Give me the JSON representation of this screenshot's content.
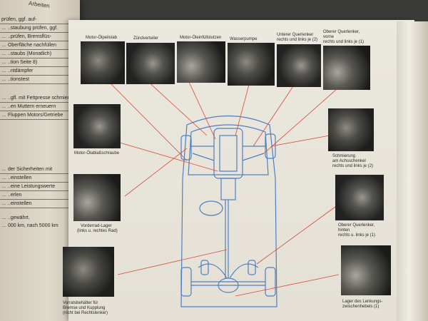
{
  "left_page": {
    "heading": "Arbeiten",
    "rows": [
      "prüfen, ggf. auf-",
      "… ..staubung prüfen, ggf.",
      "… ..prüfen, Bremsflüs-",
      "… Oberfläche nachfüllen",
      "… ..staubs (Monatlich)",
      "… ..tion Seite 8)",
      "… ..ntdämpfer",
      "… ..tionstest",
      "… ..gfl. mit Fettpresse schmieren",
      "… ..en Muttern erneuern",
      "… Fluppen Motors/Getriebe"
    ],
    "lower_rows": [
      "… der Sicherheiten mit",
      "… ..einstellen",
      "… ..eine Leistungswerte",
      "… ..erlen",
      "… ..einstellen"
    ],
    "foot_a": "… ..gewährt.",
    "foot_b": "… 000 km, nach 5000 km"
  },
  "photos": {
    "motor_olpeilstab": {
      "caption": "Motor-Ölpeilstab"
    },
    "zundverteiler": {
      "caption": "Zündverteiler"
    },
    "motor_oleinfullstutzen": {
      "caption": "Motor-Öleinfüllstutzen"
    },
    "wasserpumpe": {
      "caption": "Wasserpumpe"
    },
    "unterer_querlenker": {
      "caption_1": "Unterer Querlenker",
      "caption_2": "rechts und links je (2)"
    },
    "oberer_querlenker_vorne": {
      "caption_1": "Oberer Querlenker,",
      "caption_2": "vorne",
      "caption_3": "rechts und links je (1)"
    },
    "motor_olablassschraube": {
      "caption": "Motor-Ölablaßschraube"
    },
    "vorderrad_lager": {
      "caption_1": "Vorderrad-Lager",
      "caption_2": "(links u. rechtes Rad)"
    },
    "vorratsbehalter": {
      "caption_1": "Vorratsbehälter für",
      "caption_2": "Bremse und Kupplung",
      "caption_3": "(nicht bei Rechtslenker)"
    },
    "schmierung_achsschenkel": {
      "caption_1": "Schmierung",
      "caption_2": "am Achsschenkel",
      "caption_3": "rechts und links je (2)"
    },
    "oberer_querlenker_hinten": {
      "caption_1": "Oberer Querlenker,",
      "caption_2": "hinten",
      "caption_3": "rechts u. links je (1)"
    },
    "lenkungslager": {
      "caption_1": "Lager des Lenkungs-",
      "caption_2": "zwischenhebels (1)"
    }
  },
  "colors": {
    "diagram_blue": "#4f7fc0",
    "leader_red": "#d84a3a"
  }
}
